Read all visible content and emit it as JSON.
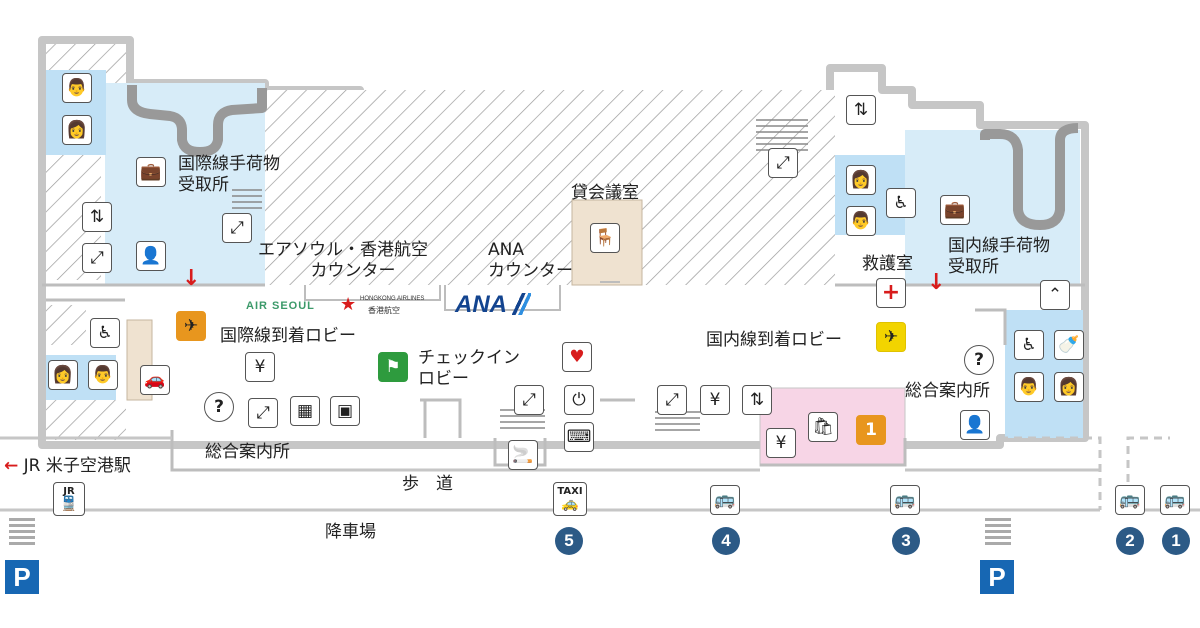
{
  "labels": {
    "intl_baggage": [
      "国際線手荷物",
      "受取所"
    ],
    "airline_counter": [
      "エアソウル・香港航空",
      "カウンター"
    ],
    "ana_counter": [
      "ANA",
      "カウンター"
    ],
    "conference_room": "貸会議室",
    "first_aid": "救護室",
    "dom_baggage": [
      "国内線手荷物",
      "受取所"
    ],
    "intl_arrival_lobby": "国際線到着ロビー",
    "checkin_lobby": [
      "チェックイン",
      "ロビー"
    ],
    "dom_arrival_lobby": "国内線到着ロビー",
    "info_left": "総合案内所",
    "info_right": "総合案内所",
    "jr_station": "JR 米子空港駅",
    "sidewalk": "歩　道",
    "dropoff": "降車場"
  },
  "logos": {
    "air_seoul": "AIR SEOUL",
    "hongkong_en": "HONGKONG AIRLINES",
    "hongkong_zh": "香港航空",
    "ana": "ANA"
  },
  "badges": {
    "jr": "JR",
    "taxi": "TAXI",
    "shop_number": "1"
  },
  "stops": [
    "5",
    "4",
    "3",
    "2",
    "1"
  ],
  "parking": [
    "P",
    "P"
  ],
  "colors": {
    "lounge": "#d7ecf8",
    "restroom": "#bfe0f5",
    "shop": "#f7d5e6",
    "conference": "#efe2d0",
    "wall": "#c8c8c8",
    "stop_circle": "#2c5a86",
    "parking": "#1767b3",
    "arrow": "#d81c1c"
  },
  "icons": [
    "restroom-male-icon",
    "restroom-female-icon",
    "baggage-icon",
    "escalator-icon",
    "elevator-icon",
    "info-desk-staff-icon",
    "wheelchair-icon",
    "car-rental-icon",
    "currency-exchange-icon",
    "information-icon",
    "vending-icon",
    "locker-icon",
    "checkin-icon",
    "aed-icon",
    "power-outlet-icon",
    "wifi-pc-icon",
    "smoking-icon",
    "atm-icon",
    "coat-check-icon",
    "nursing-room-icon",
    "first-aid-icon",
    "bus-icon",
    "taxi-icon",
    "train-icon",
    "arrival-icon",
    "shop-icon"
  ]
}
